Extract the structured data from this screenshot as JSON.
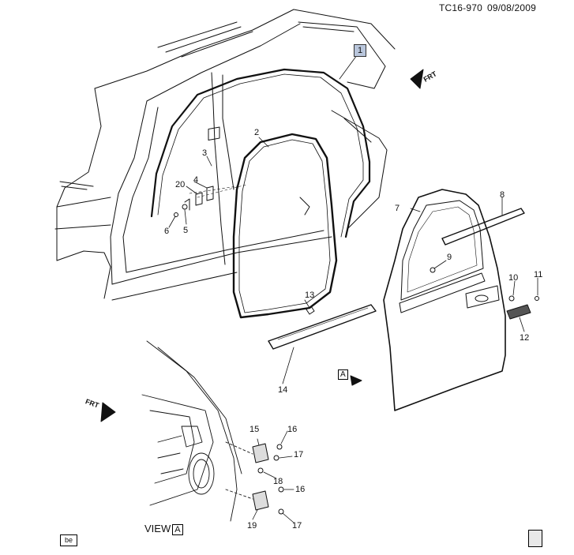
{
  "header": {
    "diagram_code": "TC16-970",
    "date": "09/08/2009"
  },
  "callouts": {
    "c1": "1",
    "c2": "2",
    "c3": "3",
    "c4": "4",
    "c5": "5",
    "c6": "6",
    "c7": "7",
    "c8": "8",
    "c9": "9",
    "c10": "10",
    "c11": "11",
    "c12": "12",
    "c13": "13",
    "c14": "14",
    "c15": "15",
    "c16a": "16",
    "c16b": "16",
    "c17a": "17",
    "c17b": "17",
    "c18": "18",
    "c19": "19",
    "c20": "20"
  },
  "view": {
    "label": "VIEW",
    "letter": "A"
  },
  "markers": {
    "front_top": "FRT",
    "front_left": "FRT",
    "view_a": "A"
  },
  "corner_code": "be",
  "colors": {
    "line": "#111111",
    "callout_1_bg": "#b9c6dc"
  }
}
